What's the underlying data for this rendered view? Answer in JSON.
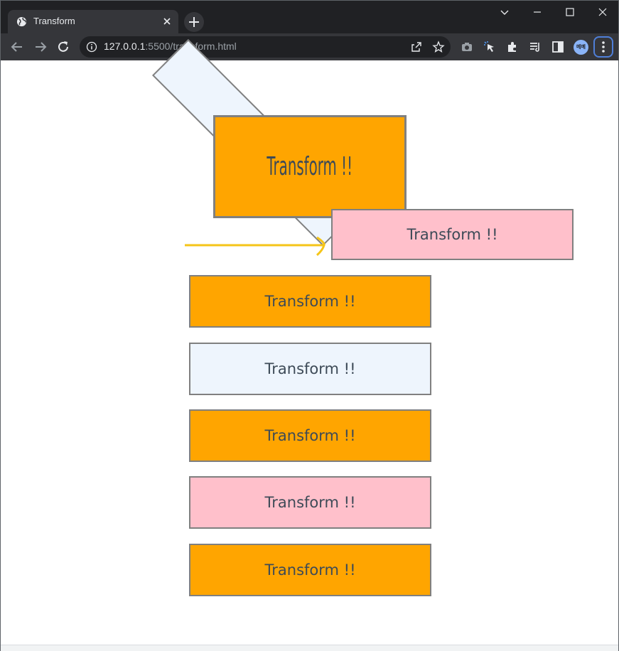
{
  "browser": {
    "tab_title": "Transform",
    "url_host": "127.0.0.1",
    "url_rest": ":5500/transform.html",
    "avatar_text": "메메"
  },
  "page": {
    "rotated_box_label": "",
    "scaled_box_label": "Transform !!",
    "moved_box_label": "Transform !!",
    "boxes": [
      {
        "label": "Transform !!",
        "color": "#ffa500"
      },
      {
        "label": "Transform !!",
        "color": "#eef5fd"
      },
      {
        "label": "Transform !!",
        "color": "#ffa500"
      },
      {
        "label": "Transform !!",
        "color": "#ffc0cb"
      },
      {
        "label": "Transform !!",
        "color": "#ffa500"
      }
    ],
    "arrow_color": "#f5c518"
  }
}
